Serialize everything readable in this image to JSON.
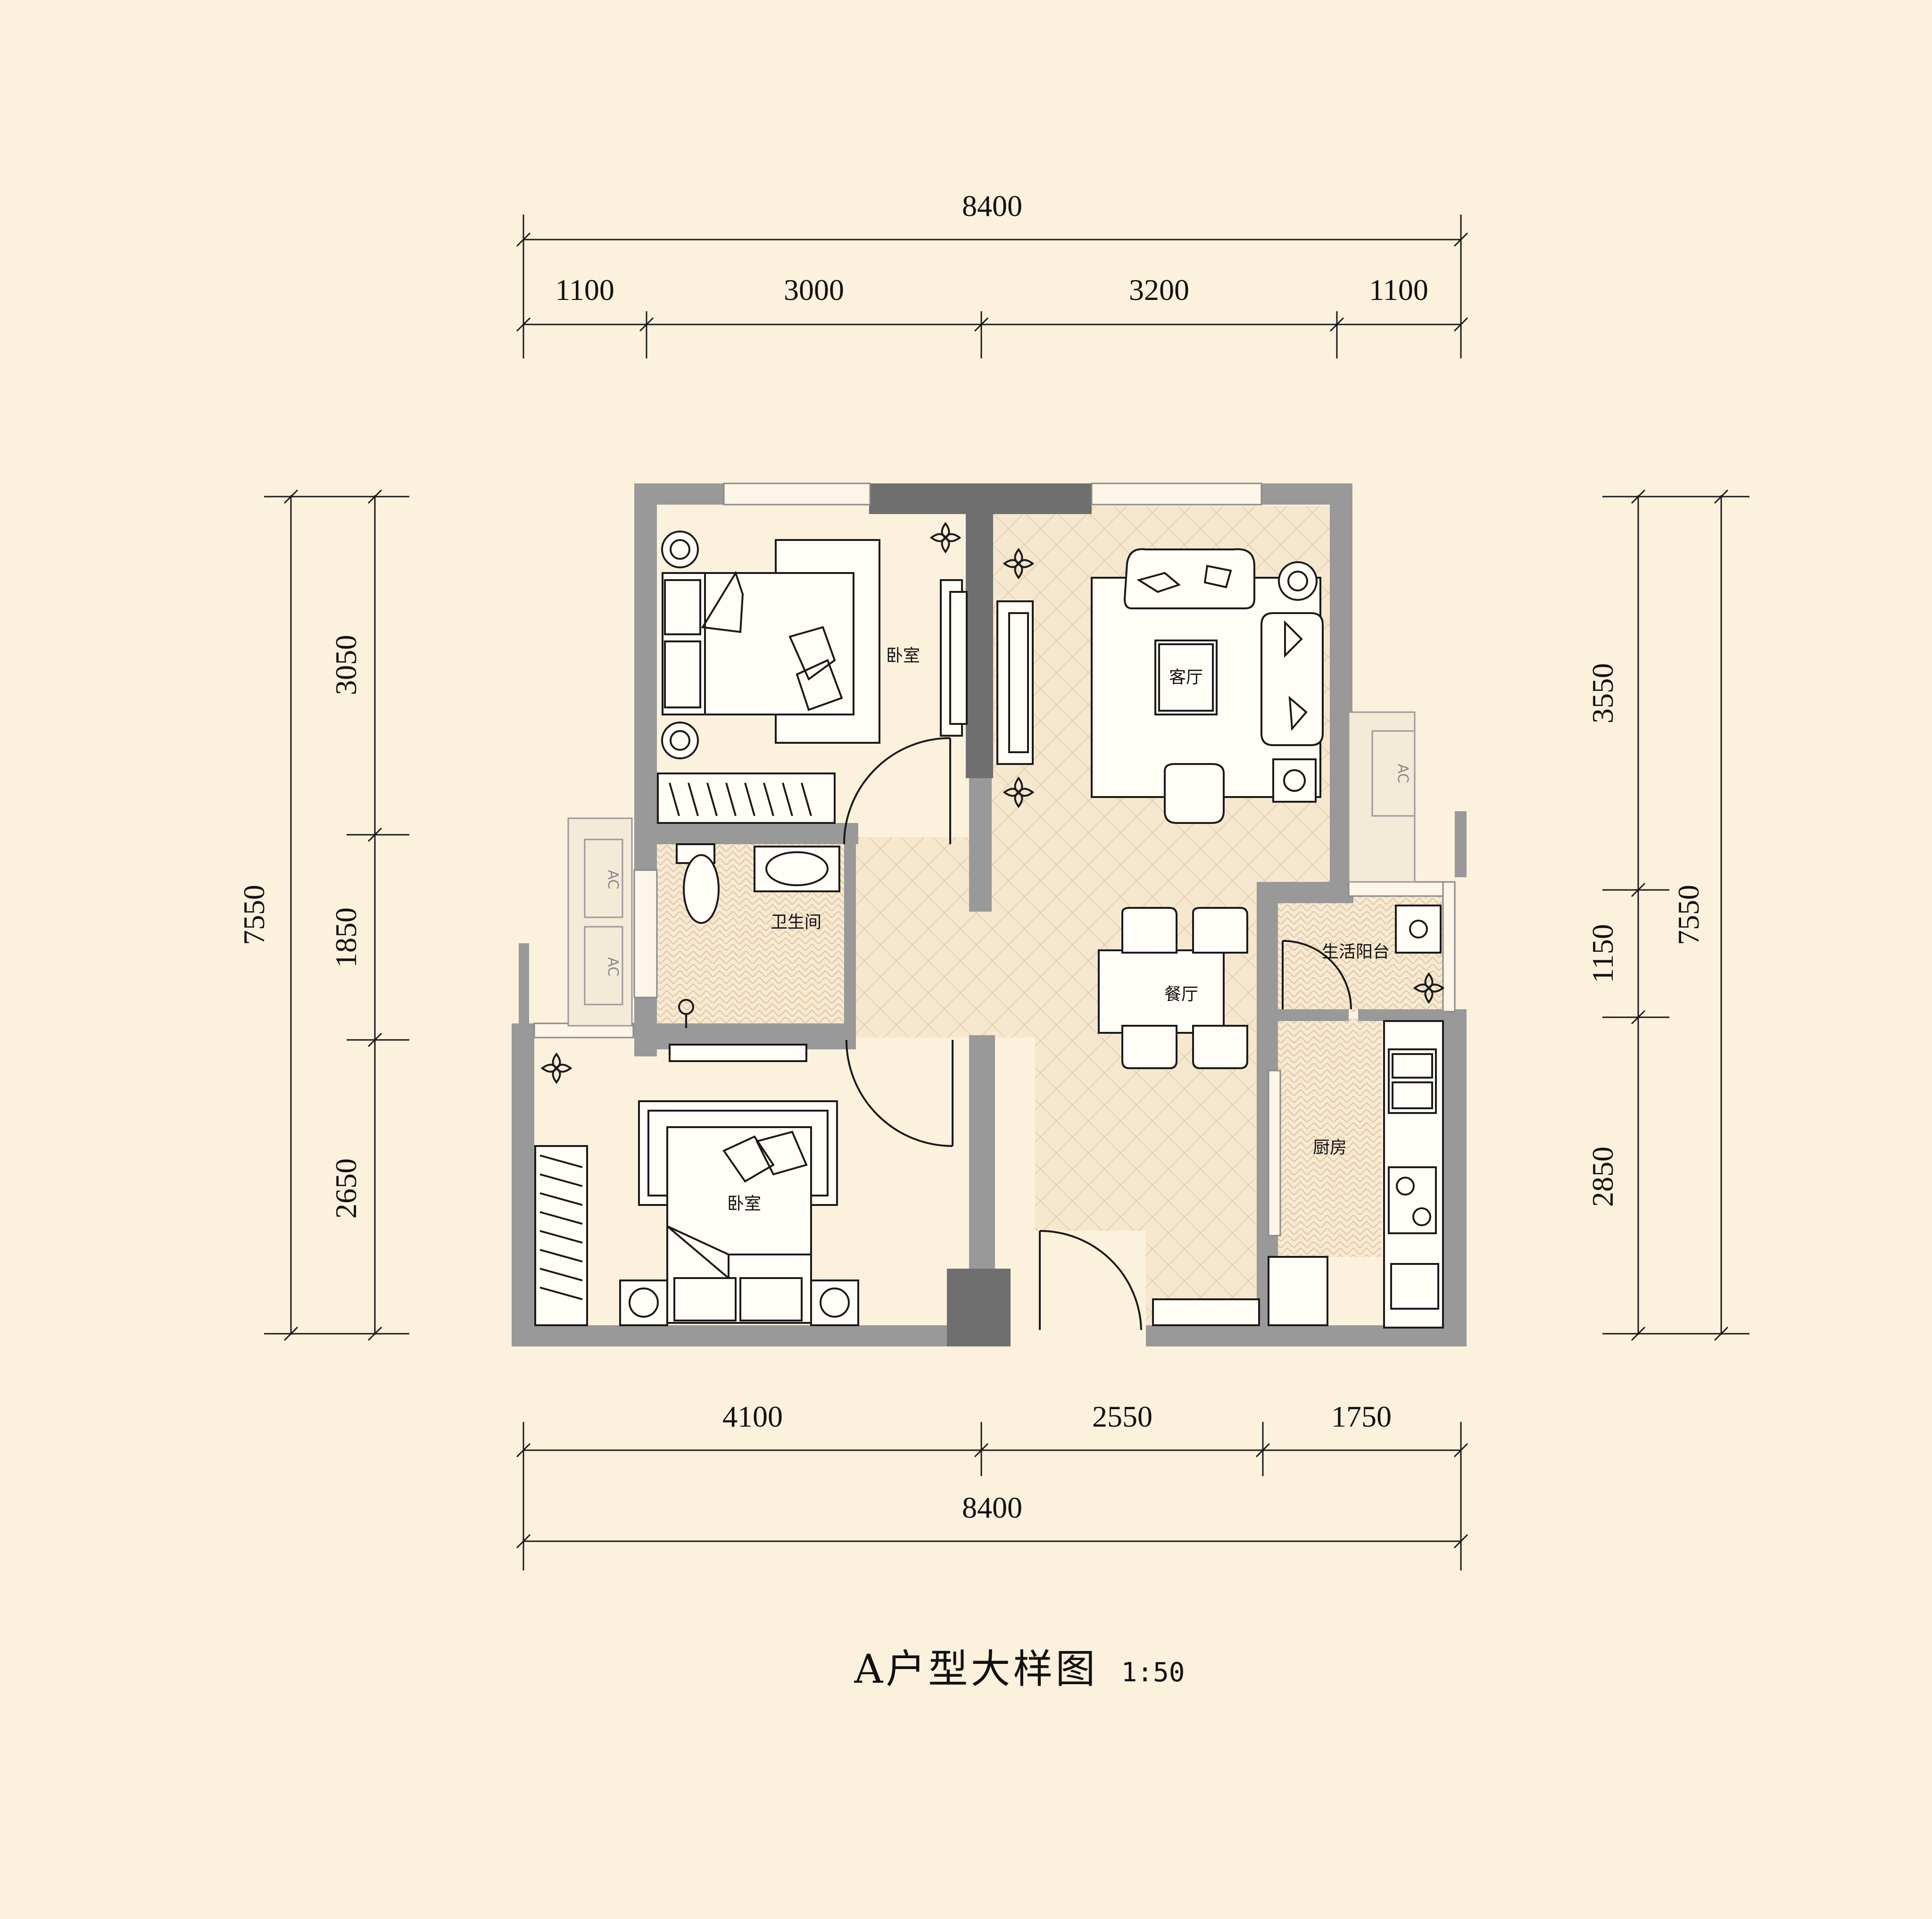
{
  "dimensions": {
    "top_total": "8400",
    "top_segments": [
      "1100",
      "3000",
      "3200",
      "1100"
    ],
    "left_total": "7550",
    "left_segments": [
      "3050",
      "1850",
      "2650"
    ],
    "right_total": "7550",
    "right_segments": [
      "3550",
      "1150",
      "2850"
    ],
    "bottom_segments": [
      "4100",
      "2550",
      "1750"
    ],
    "bottom_total": "8400"
  },
  "rooms": {
    "bedroom_top": "卧室",
    "bedroom_bottom": "卧室",
    "living": "客厅",
    "bathroom": "卫生间",
    "dining": "餐厅",
    "balcony": "生活阳台",
    "kitchen": "厨房"
  },
  "ac_label": "AC",
  "title": "A户型大样图",
  "scale": "1:50",
  "colors": {
    "background": "#fcf1dd",
    "wall": "#999999",
    "column": "#6f6f6f",
    "floor_tile": "#f6e7cf"
  }
}
